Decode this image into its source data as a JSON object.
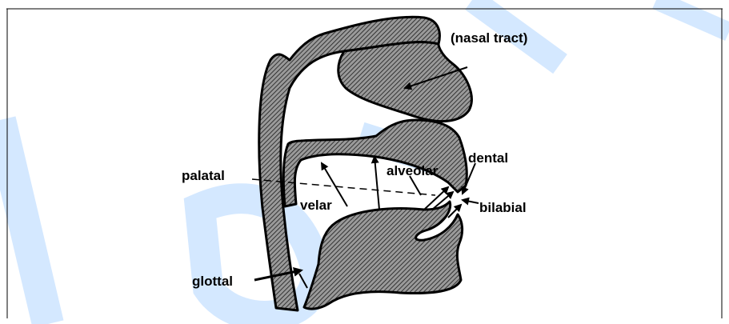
{
  "labels": {
    "nasal_tract": "(nasal  tract)",
    "palatal": "palatal",
    "alveolar": "alveolar",
    "dental": "dental",
    "velar": "velar",
    "bilabial": "bilabial",
    "glottal": "glottal"
  },
  "colors": {
    "ink": "#000000",
    "watermark": "#1f8fff"
  }
}
